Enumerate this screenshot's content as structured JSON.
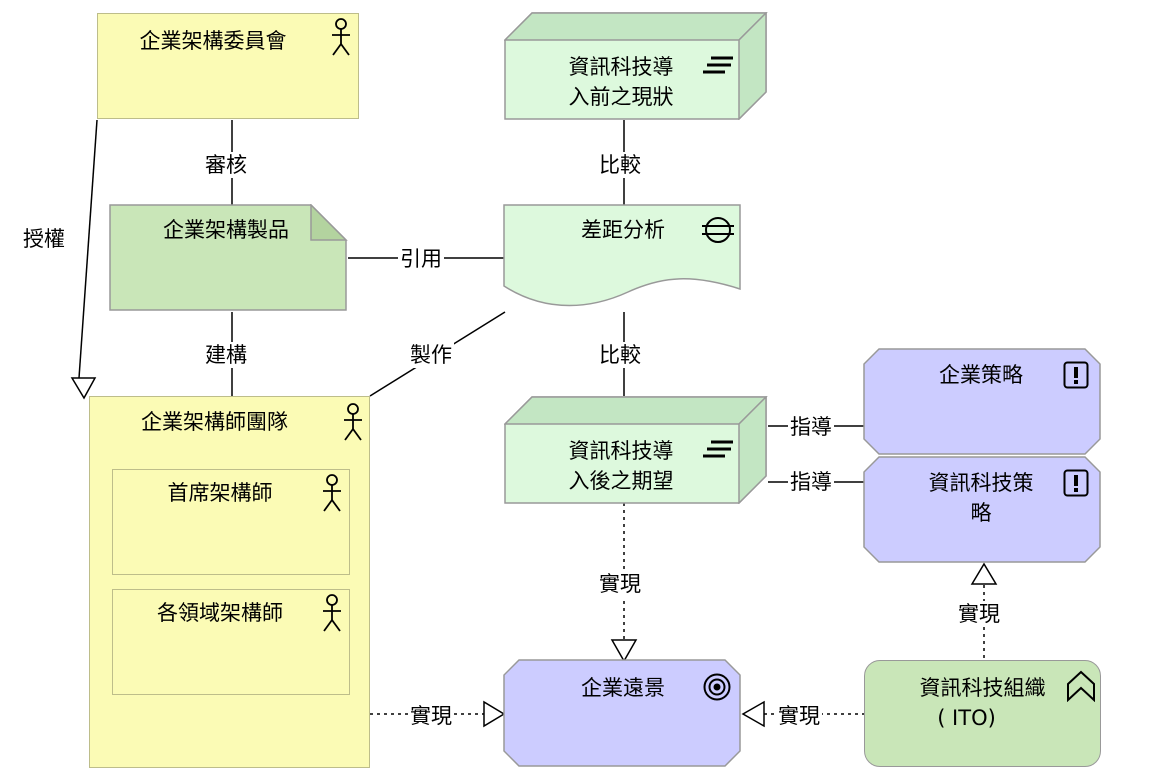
{
  "nodes": {
    "ea_committee": "企業架構委員會",
    "it_current_state_line1": "資訊科技導",
    "it_current_state_line2": "入前之現狀",
    "ea_artifact": "企業架構製品",
    "gap_analysis": "差距分析",
    "ea_team": "企業架構師團隊",
    "chief_architect": "首席架構師",
    "domain_architects": "各領域架構師",
    "it_target_state_line1": "資訊科技導",
    "it_target_state_line2": "入後之期望",
    "enterprise_strategy": "企業策略",
    "it_strategy_line1": "資訊科技策",
    "it_strategy_line2": "略",
    "enterprise_vision": "企業遠景",
    "ito_line1": "資訊科技組織",
    "ito_line2": "( ITO)"
  },
  "relations": {
    "review": "審核",
    "authorize": "授權",
    "compare_top": "比較",
    "reference": "引用",
    "build": "建構",
    "produce": "製作",
    "compare_bottom": "比較",
    "guide_top": "指導",
    "guide_bottom": "指導",
    "realize_center": "實現",
    "realize_right": "實現",
    "realize_left": "實現",
    "realize_bottom": "實現"
  },
  "colors": {
    "business_yellow": "#fbfbb5",
    "artifact_green": "#c9e6b8",
    "technology_green": "#ddf9dd",
    "motivation_purple": "#ccccff",
    "border": "#999999"
  },
  "icons": [
    "actor-icon",
    "deliverable-icon",
    "gap-icon",
    "goal-icon",
    "principle-icon",
    "capability-icon"
  ]
}
